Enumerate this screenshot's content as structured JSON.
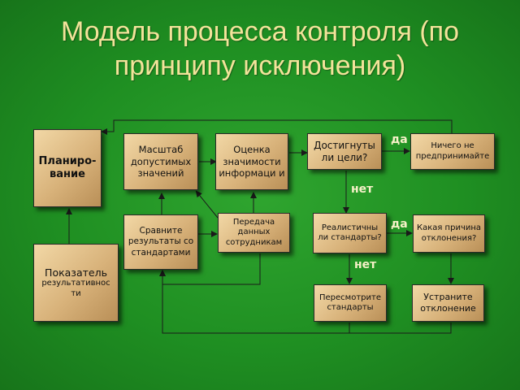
{
  "title": {
    "line1": "Модель процесса контроля (по",
    "line2": "принципу исключения)"
  },
  "boxes": {
    "planning": "Планиро-вание",
    "scale": "Масштаб допустимых значений",
    "evaluation": "Оценка значимости информаци и",
    "goals": "Достигнуты ли цели?",
    "nothing": "Ничего не предпринимайте",
    "compare": "Сравните результаты со стандартами",
    "transfer": "Передача данных сотрудникам",
    "realistic": "Реалистичны ли стандарты?",
    "reason": "Какая причина отклонения?",
    "indicator_line1": "Показатель",
    "indicator_line2": "результативнос ти",
    "revise": "Пересмотрите стандарты",
    "eliminate": "Устраните отклонение"
  },
  "labels": {
    "yes1": "да",
    "no1": "нет",
    "yes2": "да",
    "no2": "нет"
  },
  "colors": {
    "background": "#1f8f22",
    "box": "#d8b27a",
    "title": "#f3e39a"
  }
}
